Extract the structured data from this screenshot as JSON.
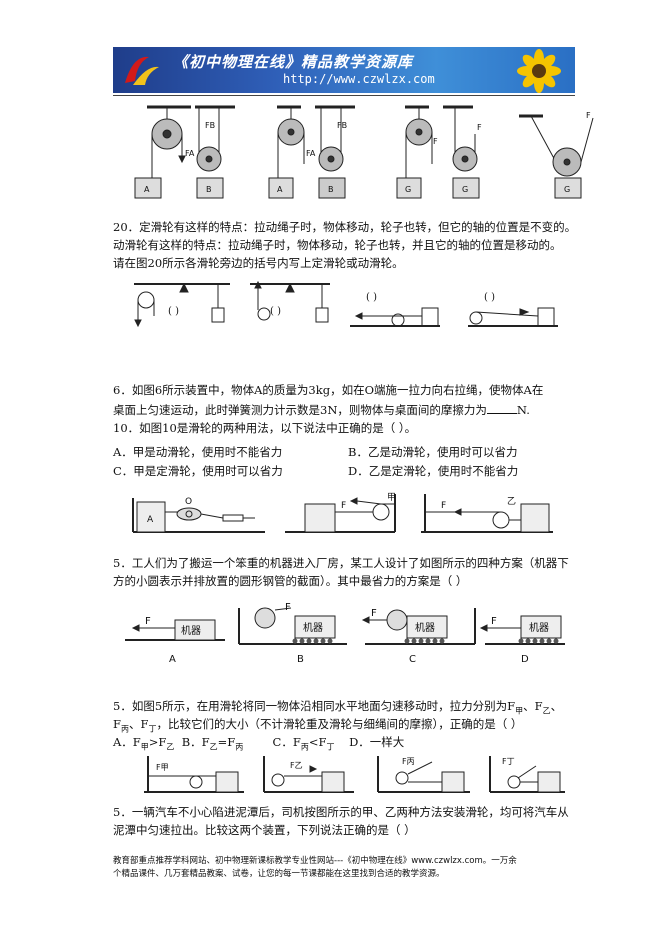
{
  "header": {
    "title": "《初中物理在线》精品教学资源库",
    "url": "http://www.czwlzx.com"
  },
  "fig_top": {
    "labels": [
      "FA",
      "FB",
      "A",
      "B",
      "FA",
      "FB",
      "A",
      "B",
      "F",
      "F",
      "G",
      "G",
      "F",
      "G"
    ]
  },
  "q20": {
    "line1": "20．定滑轮有这样的特点：拉动绳子时，物体移动，轮子也转，但它的轴的位置是不变的。",
    "line2": "动滑轮有这样的特点：拉动绳子时，物体移动，轮子也转，并且它的轴的位置是移动的。",
    "line3": "请在图20所示各滑轮旁边的括号内写上定滑轮或动滑轮。",
    "paren": "(        )"
  },
  "q6": {
    "line1": "6．如图6所示装置中，物体A的质量为3kg，如在O端施一拉力向右拉绳，使物体A在",
    "line2a": "桌面上匀速运动，此时弹簧测力计示数是3N，则物体与桌面间的摩擦力为",
    "line2b": "N."
  },
  "q10": {
    "stem": "10．如图10是滑轮的两种用法，以下说法中正确的是（     ）。",
    "optA": "A．甲是动滑轮，使用时不能省力",
    "optB": "B．乙是动滑轮，使用时可以省力",
    "optC": "C．甲是定滑轮，使用时可以省力",
    "optD": "D．乙是定滑轮，使用时不能省力",
    "fig_labels": [
      "A",
      "O",
      "F",
      "甲",
      "F",
      "乙"
    ]
  },
  "q5a": {
    "line1": "5．工人们为了搬运一个笨重的机器进入厂房，某工人设计了如图所示的四种方案（机器下",
    "line2": "方的小圆表示并排放置的圆形钢管的截面）。其中最省力的方案是（     ）",
    "machine": "机器",
    "F": "F",
    "letters": [
      "A",
      "B",
      "C",
      "D"
    ]
  },
  "q5b": {
    "line1": "5．如图5所示，在用滑轮将同一物体沿相同水平地面匀速移动时，拉力分别为F",
    "line1_subs": [
      "甲",
      "乙"
    ],
    "line2a": "F",
    "line2_subs": [
      "丙",
      "丁"
    ],
    "line2b": "，比较它们的大小（不计滑轮重及滑轮与细绳间的摩擦），正确的是（     ）",
    "optA": "A．F",
    "optB": "B．F",
    "optC": "C．F",
    "optD": "D．一样大",
    "fig_labels": [
      "F甲",
      "F乙",
      "F丙",
      "F丁"
    ]
  },
  "q5c": {
    "line1": "5．一辆汽车不小心陷进泥潭后，司机按图所示的甲、乙两种方法安装滑轮，均可将汽车从",
    "line2": "泥潭中匀速拉出。比较这两个装置，下列说法正确的是（     ）"
  },
  "footer": {
    "line1": "教育部重点推荐学科网站、初中物理新课标教学专业性网站---《初中物理在线》www.czwlzx.com。一万余",
    "line2": "个精品课件、几万套精品教案、试卷，让您的每一节课都能在这里找到合适的教学资源。"
  }
}
